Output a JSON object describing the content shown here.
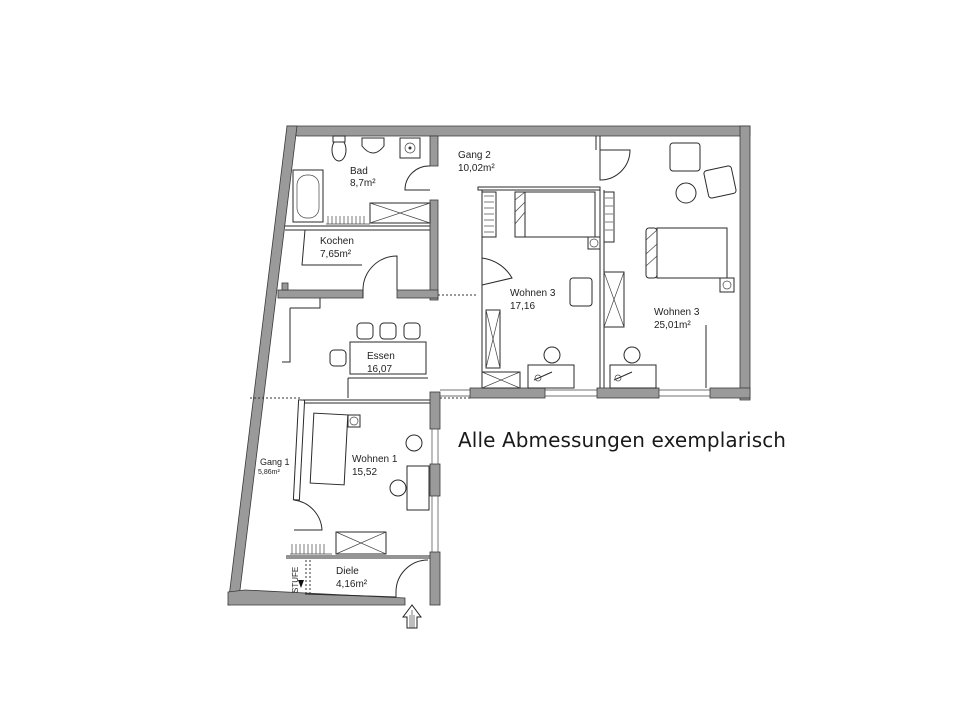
{
  "note": "Alle Abmessungen exemplarisch",
  "rooms": [
    {
      "name": "Bad",
      "area": "8,7m²"
    },
    {
      "name": "Kochen",
      "area": "7,65m²"
    },
    {
      "name": "Gang 2",
      "area": "10,02m²"
    },
    {
      "name": "Wohnen 3",
      "area": "17,16"
    },
    {
      "name": "Wohnen 3",
      "area": "25,01m²"
    },
    {
      "name": "Essen",
      "area": "16,07"
    },
    {
      "name": "Wohnen 1",
      "area": "15,52"
    },
    {
      "name": "Gang 1",
      "area": "5,86m²"
    },
    {
      "name": "Diele",
      "area": "4,16m²"
    }
  ],
  "stair_label": "STUFE",
  "colors": {
    "wall": "#9a9a9a",
    "line": "#2a2a2a"
  }
}
